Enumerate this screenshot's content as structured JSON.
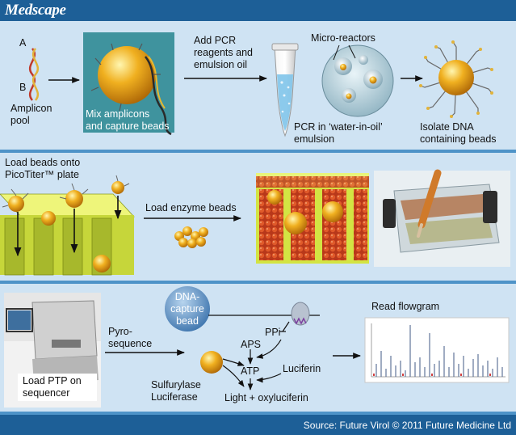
{
  "header": {
    "logo": "Medscape"
  },
  "footer": {
    "source": "Source: Future Virol © 2011 Future Medicine Ltd"
  },
  "step1": {
    "label_a": "A",
    "label_b": "B",
    "amplicon_pool": [
      "Amplicon",
      "pool"
    ],
    "mix": [
      "Mix amplicons",
      "and capture beads"
    ],
    "add_pcr": [
      "Add PCR",
      "reagents and",
      "emulsion oil"
    ],
    "micro_reactors": "Micro-reactors",
    "pcr_emulsion": [
      "PCR in ‘water-in-oil’",
      "emulsion"
    ],
    "isolate": [
      "Isolate DNA",
      "containing beads"
    ]
  },
  "step2": {
    "load_beads": [
      "Load beads onto",
      "PicoTiter™ plate"
    ],
    "load_enzyme": "Load enzyme beads"
  },
  "step3": {
    "load_ptp": [
      "Load PTP on",
      "sequencer"
    ],
    "pyro": [
      "Pyro-",
      "sequence"
    ],
    "capture_bead": [
      "DNA-",
      "capture",
      "bead"
    ],
    "ppi": "PPi",
    "aps": "APS",
    "atp": "ATP",
    "luciferin": "Luciferin",
    "enzymes": [
      "Sulfurylase",
      "Luciferase"
    ],
    "light": "Light + oxyluciferin",
    "flowgram": "Read flowgram"
  },
  "colors": {
    "banner": "#1d5f97",
    "panel": "#cfe3f3",
    "separator": "#4e93c8",
    "bead": "#e4a21b",
    "plate": "#d8e84a"
  }
}
